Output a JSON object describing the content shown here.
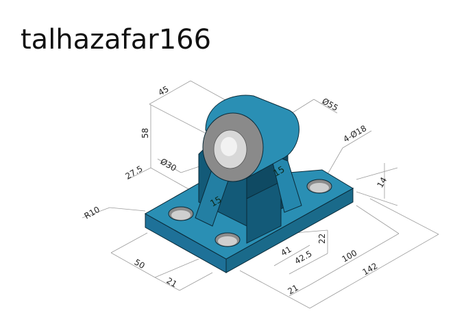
{
  "watermark": {
    "text": "talhazafar166"
  },
  "colors": {
    "body_top": "#2a8fb4",
    "body_side_dark": "#1a6a8a",
    "body_front": "#2482a8",
    "shadow": "#0f4a63",
    "bore_grey": "#9a9a9a",
    "dimension_line": "#9a9a9a",
    "text": "#222222"
  },
  "dimensions": {
    "d45": "45",
    "d58": "58",
    "d27_5": "27.5",
    "dia30": "Ø30",
    "dia55": "Ø55",
    "holes": "4-Ø18",
    "d14": "14",
    "r10": "R10",
    "rib_left": "15",
    "rib_right": "15",
    "d50": "50",
    "d21_left": "21",
    "d41": "41",
    "d42_5": "42.5",
    "d22": "22",
    "d100": "100",
    "d142": "142",
    "d21_bottom": "21"
  }
}
